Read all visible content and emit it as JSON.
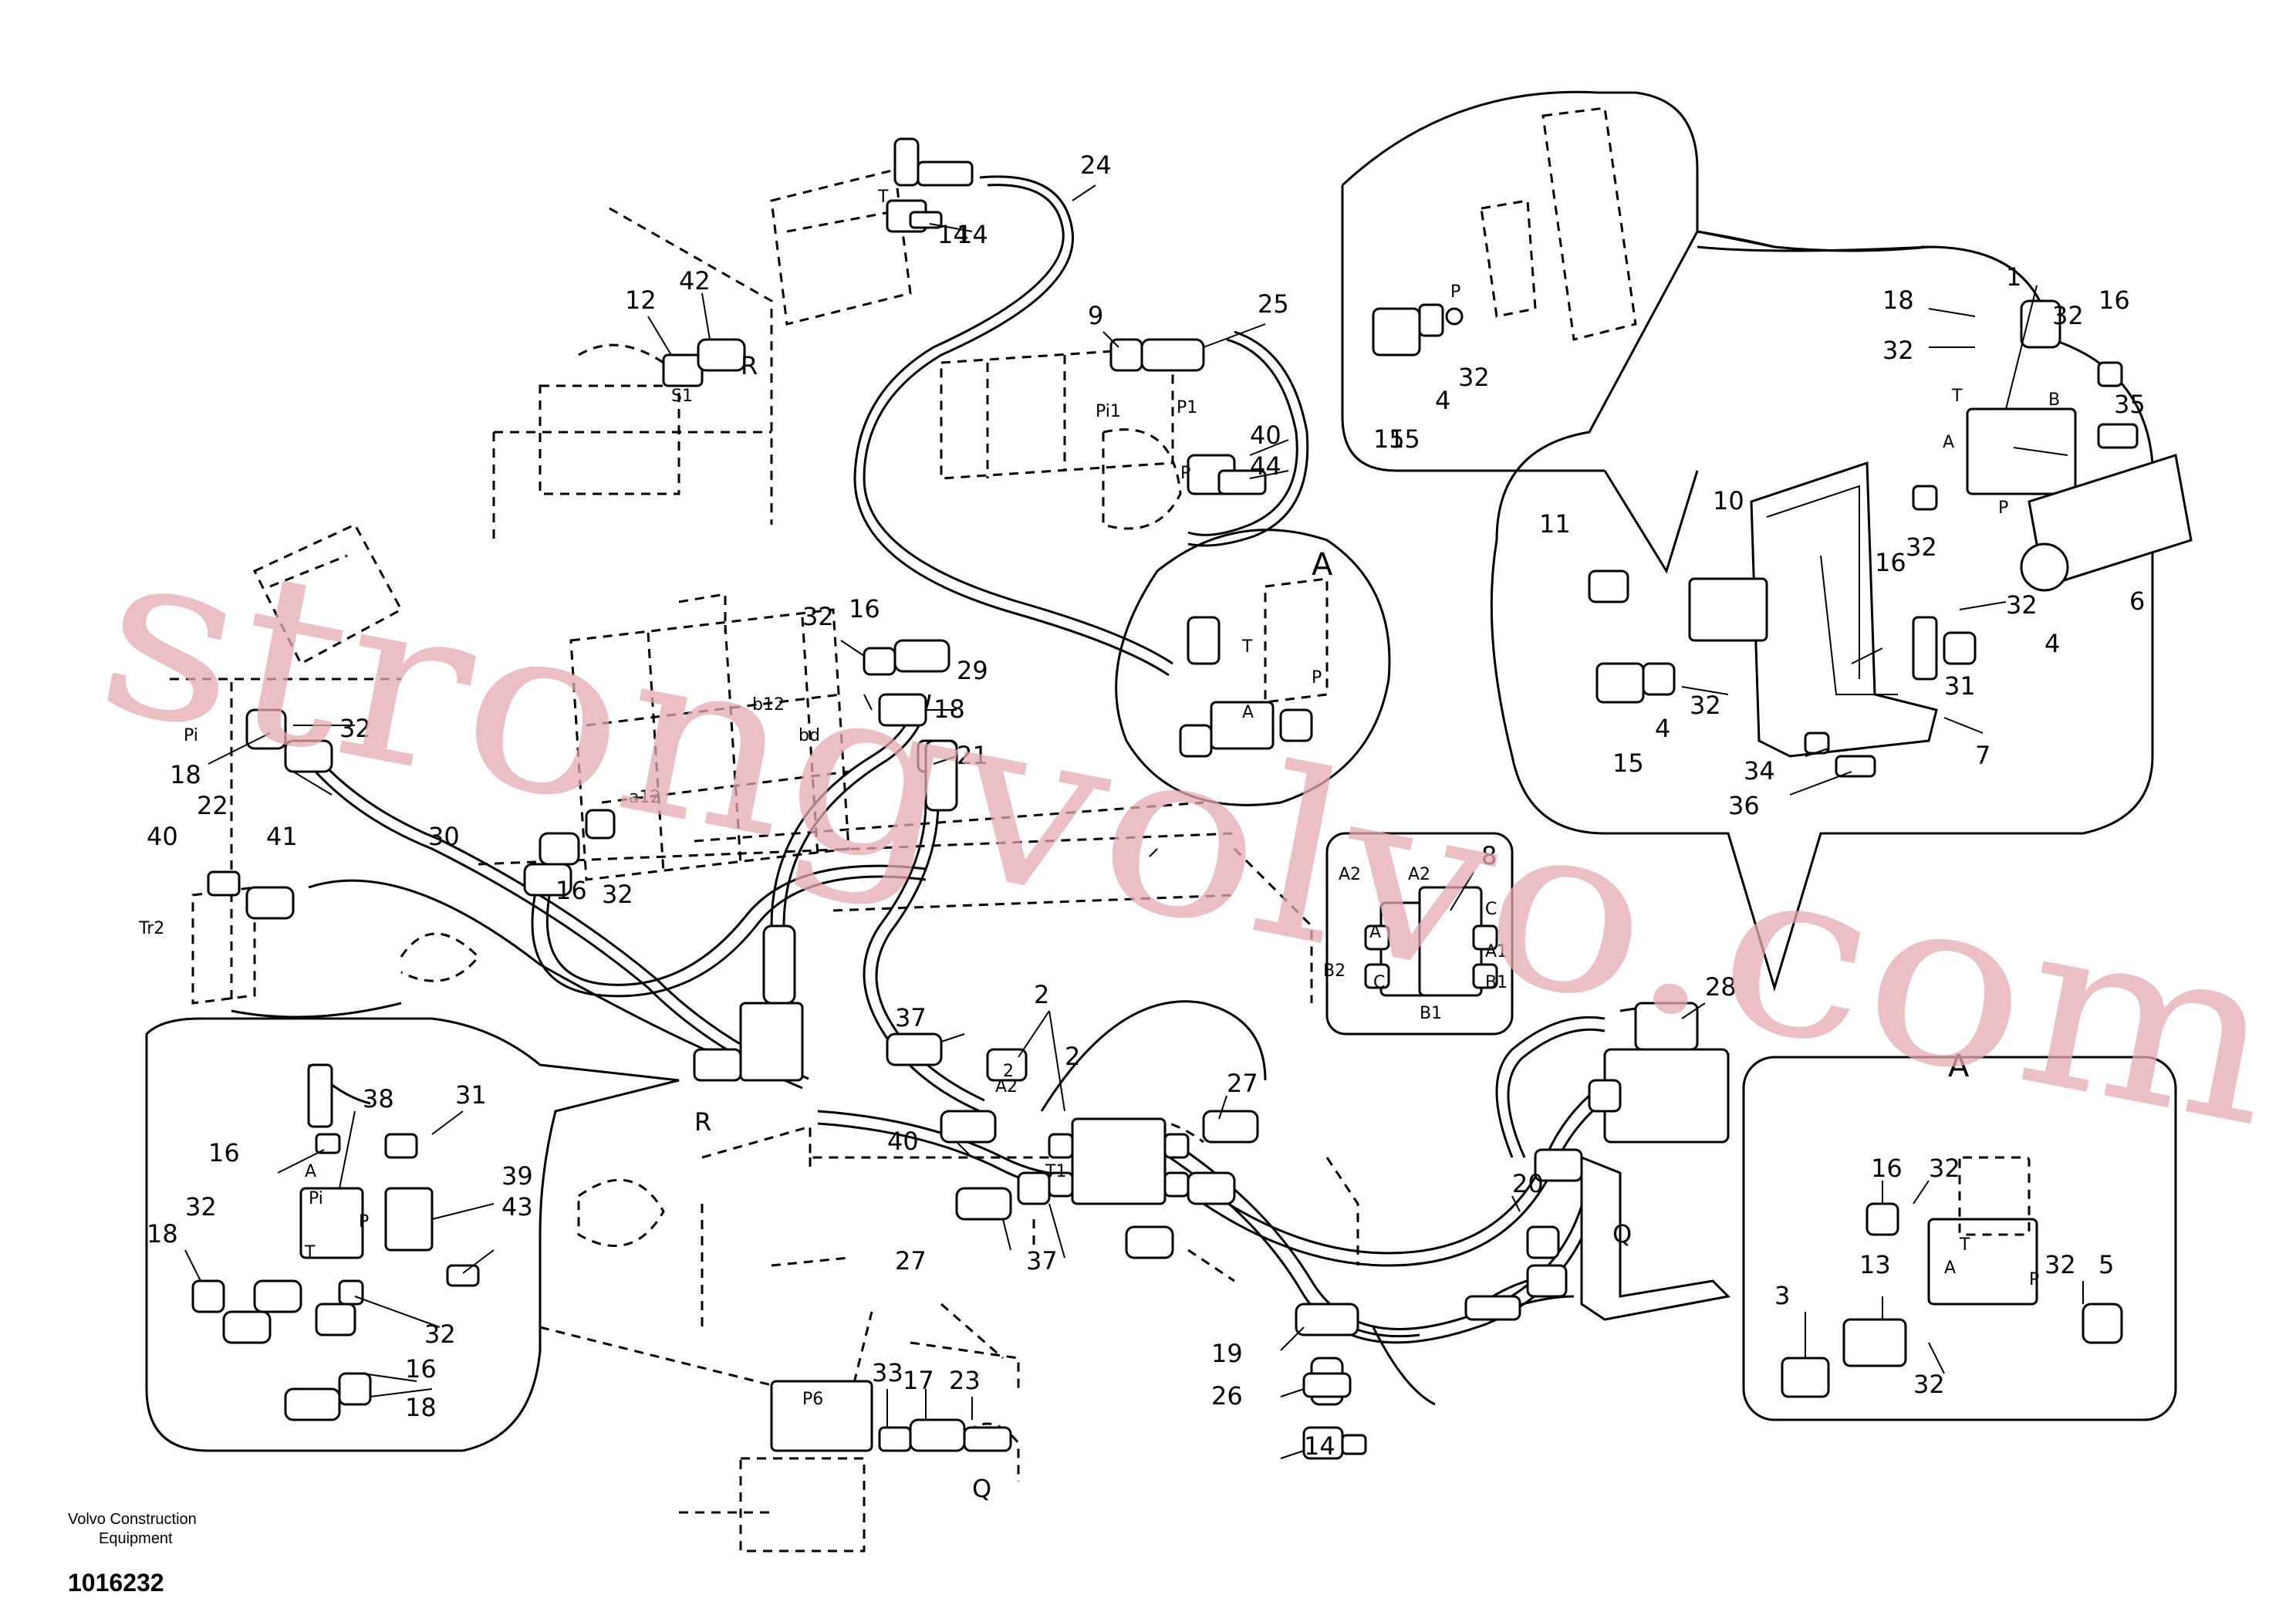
{
  "drawing": {
    "part_numbers": [
      "1",
      "2",
      "3",
      "4",
      "5",
      "6",
      "7",
      "8",
      "9",
      "10",
      "11",
      "12",
      "13",
      "14",
      "15",
      "16",
      "17",
      "18",
      "19",
      "20",
      "21",
      "22",
      "23",
      "24",
      "25",
      "26",
      "27",
      "28",
      "29",
      "30",
      "31",
      "32",
      "33",
      "34",
      "35",
      "36",
      "37",
      "38",
      "39",
      "40",
      "41",
      "42",
      "43",
      "44"
    ],
    "port_labels": [
      "R",
      "S1",
      "T",
      "Pi1",
      "P1",
      "Pi",
      "Tr2",
      "b12",
      "bd",
      "a12",
      "A2",
      "B2",
      "A1",
      "B1",
      "C",
      "P",
      "Q",
      "A",
      "P6",
      "T1"
    ],
    "callout_letter": "A"
  },
  "credit": {
    "line1": "Volvo Construction",
    "line2": "Equipment",
    "doc_number": "1016232"
  },
  "watermark": {
    "text": "strongvolvo.com",
    "color": "#e6a9b2"
  }
}
